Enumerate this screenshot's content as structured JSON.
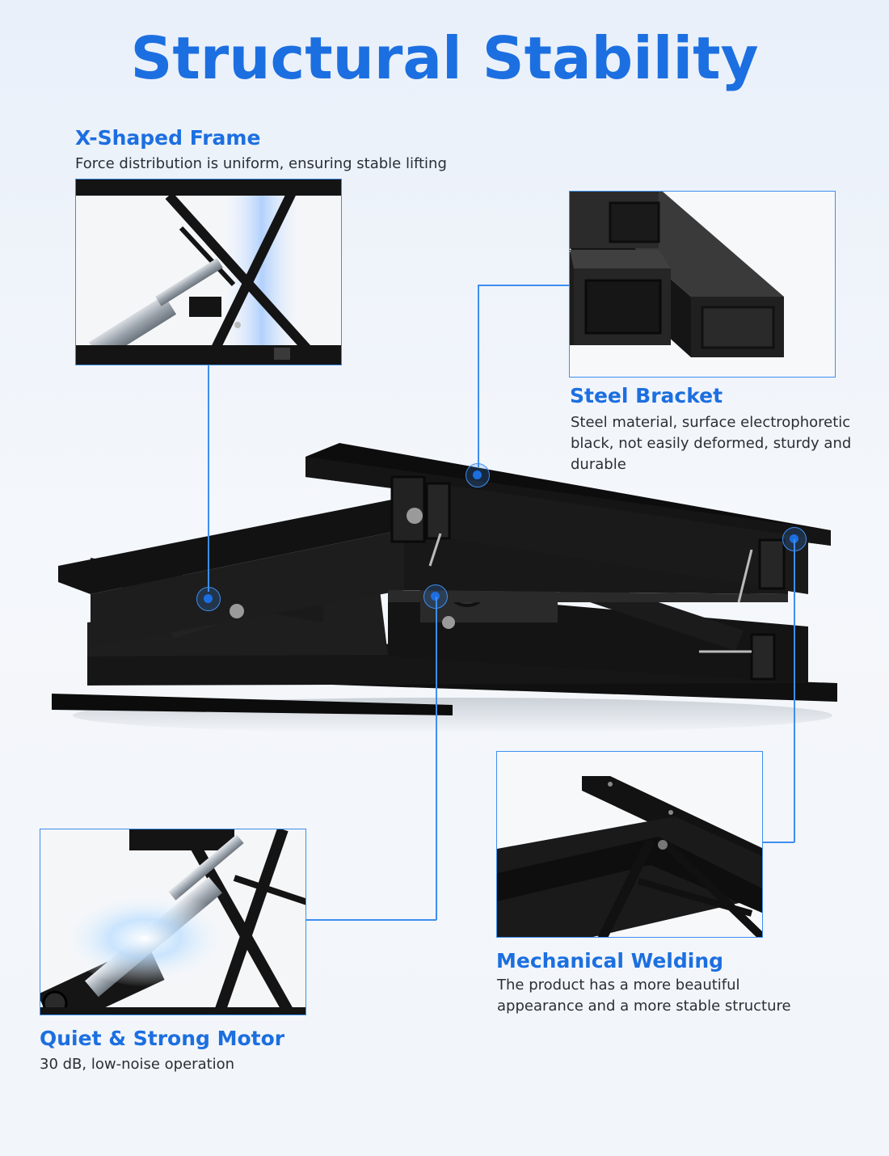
{
  "page": {
    "title": "Structural Stability"
  },
  "features": {
    "x_frame": {
      "title": "X-Shaped Frame",
      "description": "Force distribution is uniform, ensuring stable lifting"
    },
    "steel_bracket": {
      "title": "Steel Bracket",
      "description_lines": [
        "Steel material, surface electrophoretic",
        "black, not easily deformed, sturdy and",
        "durable"
      ]
    },
    "motor": {
      "title": "Quiet & Strong Motor",
      "description": "30 dB, low-noise operation"
    },
    "welding": {
      "title": "Mechanical Welding",
      "description_lines": [
        "The product has a more beautiful",
        "appearance and a more stable structure"
      ]
    }
  },
  "colors": {
    "accent": "#1c6fe0",
    "leader_line": "#3d8ef0",
    "frame_black": "#111111"
  }
}
